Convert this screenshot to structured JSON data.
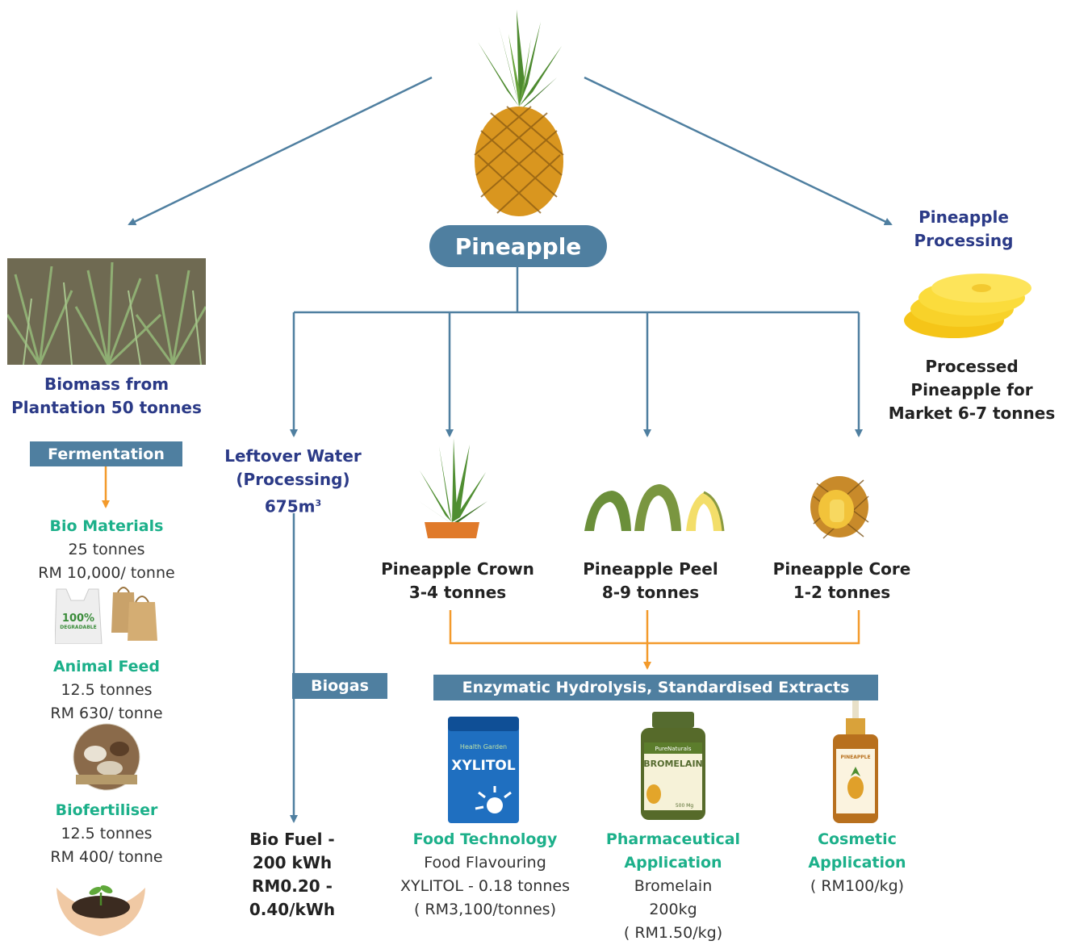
{
  "center": {
    "title": "Pineapple"
  },
  "right_branch": {
    "heading_line1": "Pineapple",
    "heading_line2": "Processing",
    "caption_line1": "Processed",
    "caption_line2": "Pineapple for",
    "caption_line3": "Market 6-7 tonnes"
  },
  "left_branch": {
    "heading_line1": "Biomass from",
    "heading_line2": "Plantation 50 tonnes",
    "process": "Fermentation",
    "products": [
      {
        "name": "Bio Materials",
        "amount": "25 tonnes",
        "price": "RM 10,000/ tonne"
      },
      {
        "name": "Animal Feed",
        "amount": "12.5 tonnes",
        "price": "RM 630/ tonne"
      },
      {
        "name": "Biofertiliser",
        "amount": "12.5 tonnes",
        "price": "RM 400/ tonne"
      }
    ],
    "bag_label_top": "100%",
    "bag_label_bottom": "DEGRADABLE"
  },
  "water_branch": {
    "heading_line1": "Leftover Water",
    "heading_line2": "(Processing)",
    "volume": "675m",
    "volume_sup": "3",
    "process": "Biogas",
    "result_line1": "Bio Fuel -",
    "result_line2": "200 kWh",
    "result_line3": "RM0.20 -",
    "result_line4": "0.40/kWh"
  },
  "parts": [
    {
      "name": "Pineapple Crown",
      "amount": "3-4 tonnes"
    },
    {
      "name": "Pineapple Peel",
      "amount": "8-9 tonnes"
    },
    {
      "name": "Pineapple Core",
      "amount": "1-2 tonnes"
    }
  ],
  "extract_process": "Enzymatic Hydrolysis, Standardised Extracts",
  "applications": {
    "food": {
      "line1": "Food Technology",
      "line2": "Food Flavouring",
      "line3": "XYLITOL - 0.18 tonnes",
      "line4": "( RM3,100/tonnes)"
    },
    "pharma": {
      "line1": "Pharmaceutical",
      "line2": "Application",
      "line3": "Bromelain",
      "line4": "200kg",
      "line5": "( RM1.50/kg)"
    },
    "cosmetic": {
      "line1": "Cosmetic",
      "line2": "Application",
      "line3": "( RM100/kg)"
    }
  },
  "product_labels": {
    "xylitol_brand": "Health Garden",
    "xylitol_name": "XYLITOL",
    "bromelain_brand": "PureNaturals",
    "bromelain_name": "BROMELAIN",
    "bromelain_dose": "500 Mg",
    "oil_name": "PINEAPPLE"
  },
  "colors": {
    "steel_blue": "#4f7fa0",
    "navy": "#2b3a87",
    "green": "#1cb08a",
    "orange": "#f39a2b"
  }
}
